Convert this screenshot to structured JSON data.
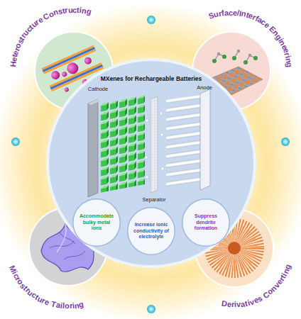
{
  "diagram": {
    "nodes": [
      {
        "text": [
          "Heterostructure Constructing"
        ]
      },
      {
        "text": [
          "Surface/Interface Engineering"
        ]
      },
      {
        "text": [
          "MXenes for Rechargeable Batteries"
        ]
      },
      {
        "text": [
          "Accommodate bulky metal ions"
        ],
        "in": 2
      },
      {
        "text": [
          "Increase ionic conductivity of electrolyte"
        ],
        "in": 2
      },
      {
        "text": [
          "Suppress dendrite formation"
        ],
        "in": 2
      },
      {
        "text": [
          "Microstructure Tailoring"
        ]
      },
      {
        "text": [
          "Derivatives Converting"
        ]
      }
    ],
    "labels": [
      "Cathode",
      "Separator",
      "Anode"
    ]
  }
}
